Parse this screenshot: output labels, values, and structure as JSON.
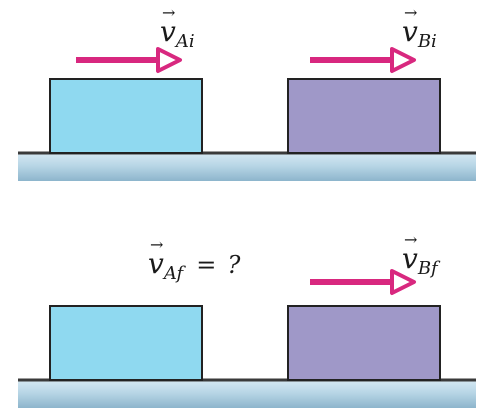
{
  "top": {
    "label_a": {
      "v": "v",
      "sub": "Ai"
    },
    "label_b": {
      "v": "v",
      "sub": "Bi"
    }
  },
  "bottom": {
    "label_a": {
      "v": "v",
      "sub": "Af",
      "eq": "=",
      "unknown": "?"
    },
    "label_b": {
      "v": "v",
      "sub": "Bf"
    }
  },
  "colors": {
    "block_a": "#8fd9f0",
    "block_b": "#9f98c8",
    "arrow": "#d8287f",
    "ground": "#b8d6e6"
  },
  "icons": {
    "vector_arrow": "vector-arrow-icon"
  }
}
